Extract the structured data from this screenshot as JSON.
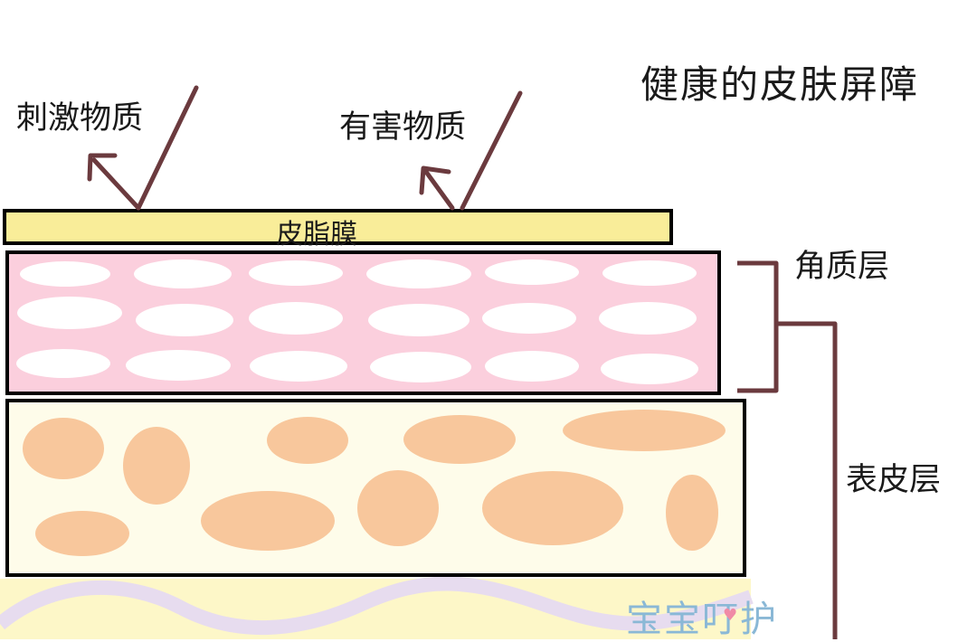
{
  "diagram": {
    "title": "健康的皮肤屏障",
    "labels": {
      "stimulants": "刺激物质",
      "harmful": "有害物质",
      "sebum_film": "皮脂膜",
      "stratum_corneum": "角质层",
      "epidermis": "表皮层"
    },
    "watermark": "宝宝叮护",
    "colors": {
      "sebum_fill": "#f9ed99",
      "corneum_fill": "#fbcfdd",
      "corneum_cells": "#ffffff",
      "epidermis_fill": "#fefcea",
      "epidermis_cells": "#f8c79c",
      "arrow": "#6b3a3e",
      "outline": "#000000",
      "bracket": "#6b3a3e",
      "lower_wave": "#e7dcef",
      "lower_fill": "#fdf7c8",
      "watermark": "#8ab8d6"
    }
  }
}
